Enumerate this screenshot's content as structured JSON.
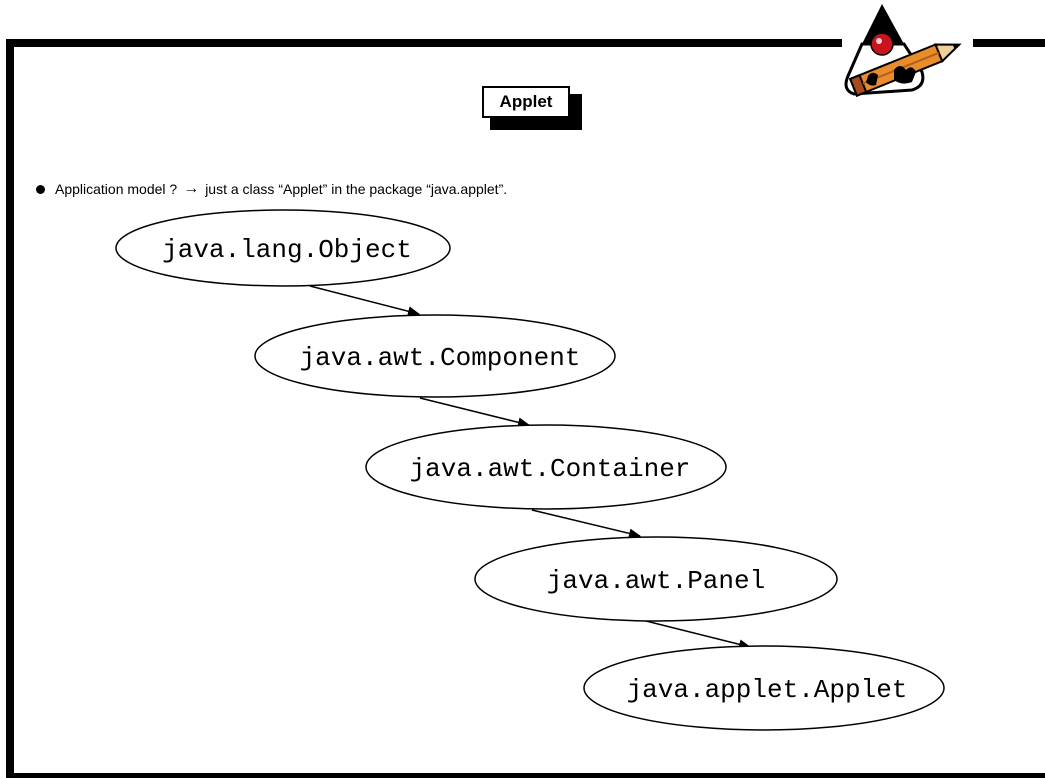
{
  "slide": {
    "title": "Applet",
    "bullet": {
      "text_before_arrow": "Application model ?",
      "arrow": "→",
      "text_after_arrow": "just a class “Applet” in the package “java.applet”."
    }
  },
  "diagram": {
    "nodes": [
      {
        "id": "n1",
        "label": "java.lang.Object"
      },
      {
        "id": "n2",
        "label": "java.awt.Component"
      },
      {
        "id": "n3",
        "label": "java.awt.Container"
      },
      {
        "id": "n4",
        "label": "java.awt.Panel"
      },
      {
        "id": "n5",
        "label": "java.applet.Applet"
      }
    ],
    "edges": [
      {
        "from": "n1",
        "to": "n2"
      },
      {
        "from": "n2",
        "to": "n3"
      },
      {
        "from": "n3",
        "to": "n4"
      },
      {
        "from": "n4",
        "to": "n5"
      }
    ]
  },
  "logo": {
    "icon": "java-duke-pencil-icon"
  }
}
